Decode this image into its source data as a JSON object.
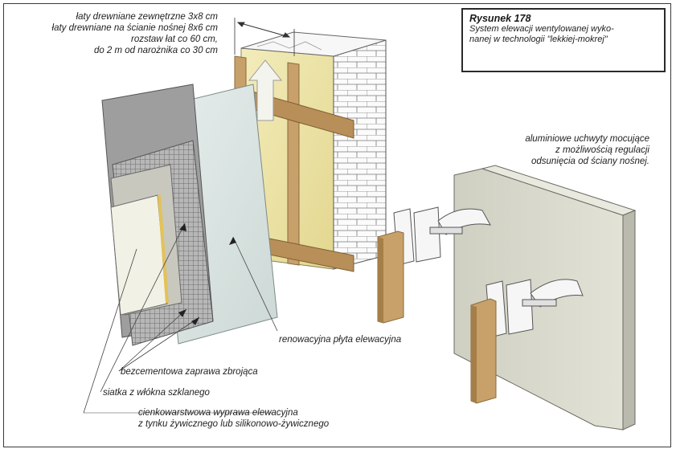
{
  "title_box": {
    "heading": "Rysunek 178",
    "line1": "System elewacji wentylowanej wyko-",
    "line2": "nanej w technologii \"lekkiej-mokrej\""
  },
  "labels": {
    "battens_1": "łaty drewniane zewnętrzne  3x8 cm",
    "battens_2": "łaty drewniane na ścianie nośnej 8x6 cm",
    "battens_3": "rozstaw łat co 60 cm,",
    "battens_4": "do 2 m od narożnika co 30 cm",
    "brackets_1": "aluminiowe uchwyty mocujące",
    "brackets_2": "z możliwością regulacji",
    "brackets_3": "odsunięcia od ściany nośnej.",
    "board": "renowacyjna płyta elewacyjna",
    "mortar": "bezcementowa zaprawa zbrojąca",
    "mesh": "siatka z włókna szklanego",
    "plaster_1": "cienkowarstwowa wyprawa elewacyjna",
    "plaster_2": "z tynku żywicznego lub silikonowo-żywicznego"
  },
  "colors": {
    "wood": "#c8a06a",
    "wood_dark": "#a57e48",
    "insulation": "#efe6a8",
    "board": "#dfe8e6",
    "wall_panel": "#d4d4c8",
    "mesh_panel": "#b9b9b9"
  }
}
